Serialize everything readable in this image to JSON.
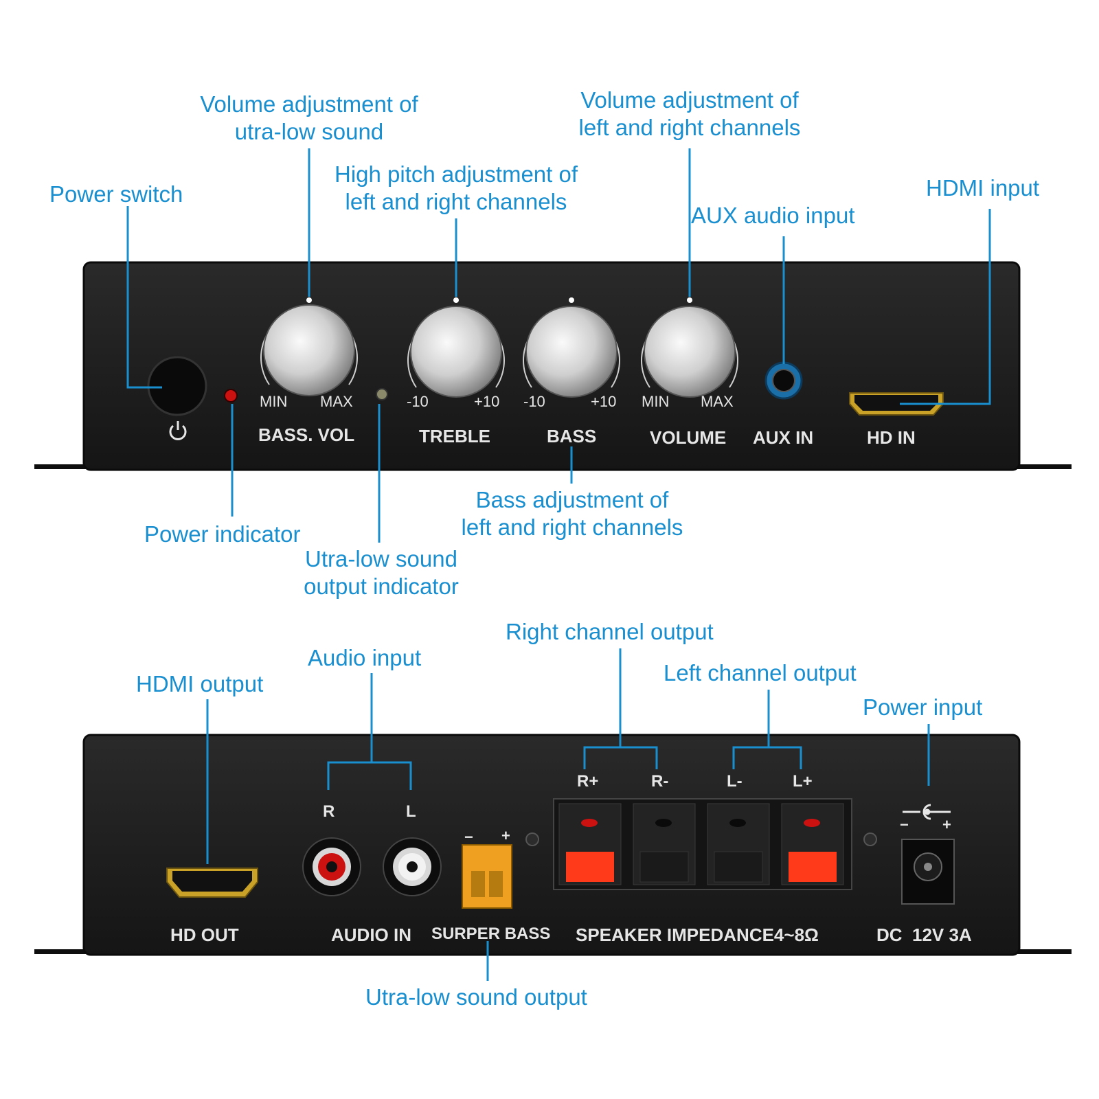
{
  "colors": {
    "callout": "#1a8fd0",
    "panel": "#1c1c1c",
    "panel_text": "#e6e6e6",
    "led_red": "#cc1111",
    "terminal_red": "#ff3a1a",
    "terminal_black": "#1a1a1a",
    "sub_terminal": "#f0a020"
  },
  "front_panel": {
    "callouts": {
      "power_switch": [
        "Power switch"
      ],
      "bass_vol": [
        "Volume adjustment of",
        "utra-low sound"
      ],
      "treble": [
        "High pitch adjustment of",
        "left and right channels"
      ],
      "volume": [
        "Volume adjustment of",
        "left and right channels"
      ],
      "aux": [
        "AUX audio input"
      ],
      "hdmi_in": [
        "HDMI input"
      ],
      "power_indicator": [
        "Power indicator"
      ],
      "sub_indicator": [
        "Utra-low sound",
        "output indicator"
      ],
      "bass": [
        "Bass adjustment of",
        "left and right channels"
      ]
    },
    "labels": {
      "bass_vol": "BASS. VOL",
      "treble": "TREBLE",
      "bass": "BASS",
      "volume": "VOLUME",
      "aux_in": "AUX IN",
      "hd_in": "HD IN",
      "min": "MIN",
      "max": "MAX",
      "minus10": "-10",
      "plus10": "+10"
    },
    "icons": {
      "power_symbol": "power-icon"
    }
  },
  "rear_panel": {
    "callouts": {
      "hdmi_out": [
        "HDMI output"
      ],
      "audio_in": [
        "Audio input"
      ],
      "right_out": [
        "Right channel output"
      ],
      "left_out": [
        "Left channel output"
      ],
      "power_in": [
        "Power input"
      ],
      "sub_out": [
        "Utra-low sound output"
      ]
    },
    "labels": {
      "hd_out": "HD OUT",
      "audio_in": "AUDIO IN",
      "super_bass": "SURPER BASS",
      "speaker": "SPEAKER IMPEDANCE4~8Ω",
      "dc": "DC  12V 3A",
      "r": "R",
      "l": "L",
      "r_plus": "R+",
      "r_minus": "R-",
      "l_minus": "L-",
      "l_plus": "L+",
      "minus": "−",
      "plus": "+"
    }
  }
}
